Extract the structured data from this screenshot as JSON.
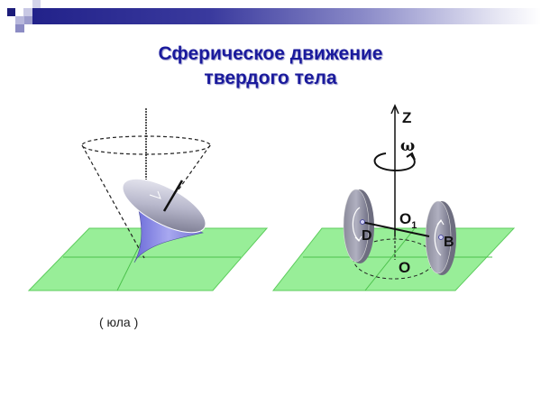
{
  "slide": {
    "title_line1": "Сферическое движение",
    "title_line2": "твердого тела",
    "accent_color": "#1a1a9c",
    "plane_color": "#8ee88e"
  },
  "left_figure": {
    "subject": "spinning-top",
    "caption": "( юла )"
  },
  "right_figure": {
    "subject": "rolling-wheels-on-axle",
    "labels": {
      "axis": "Z",
      "angular_velocity": "ω",
      "center_top": "O",
      "center_top_sub": "1",
      "origin": "O",
      "point_left": "D",
      "point_right": "B"
    }
  }
}
